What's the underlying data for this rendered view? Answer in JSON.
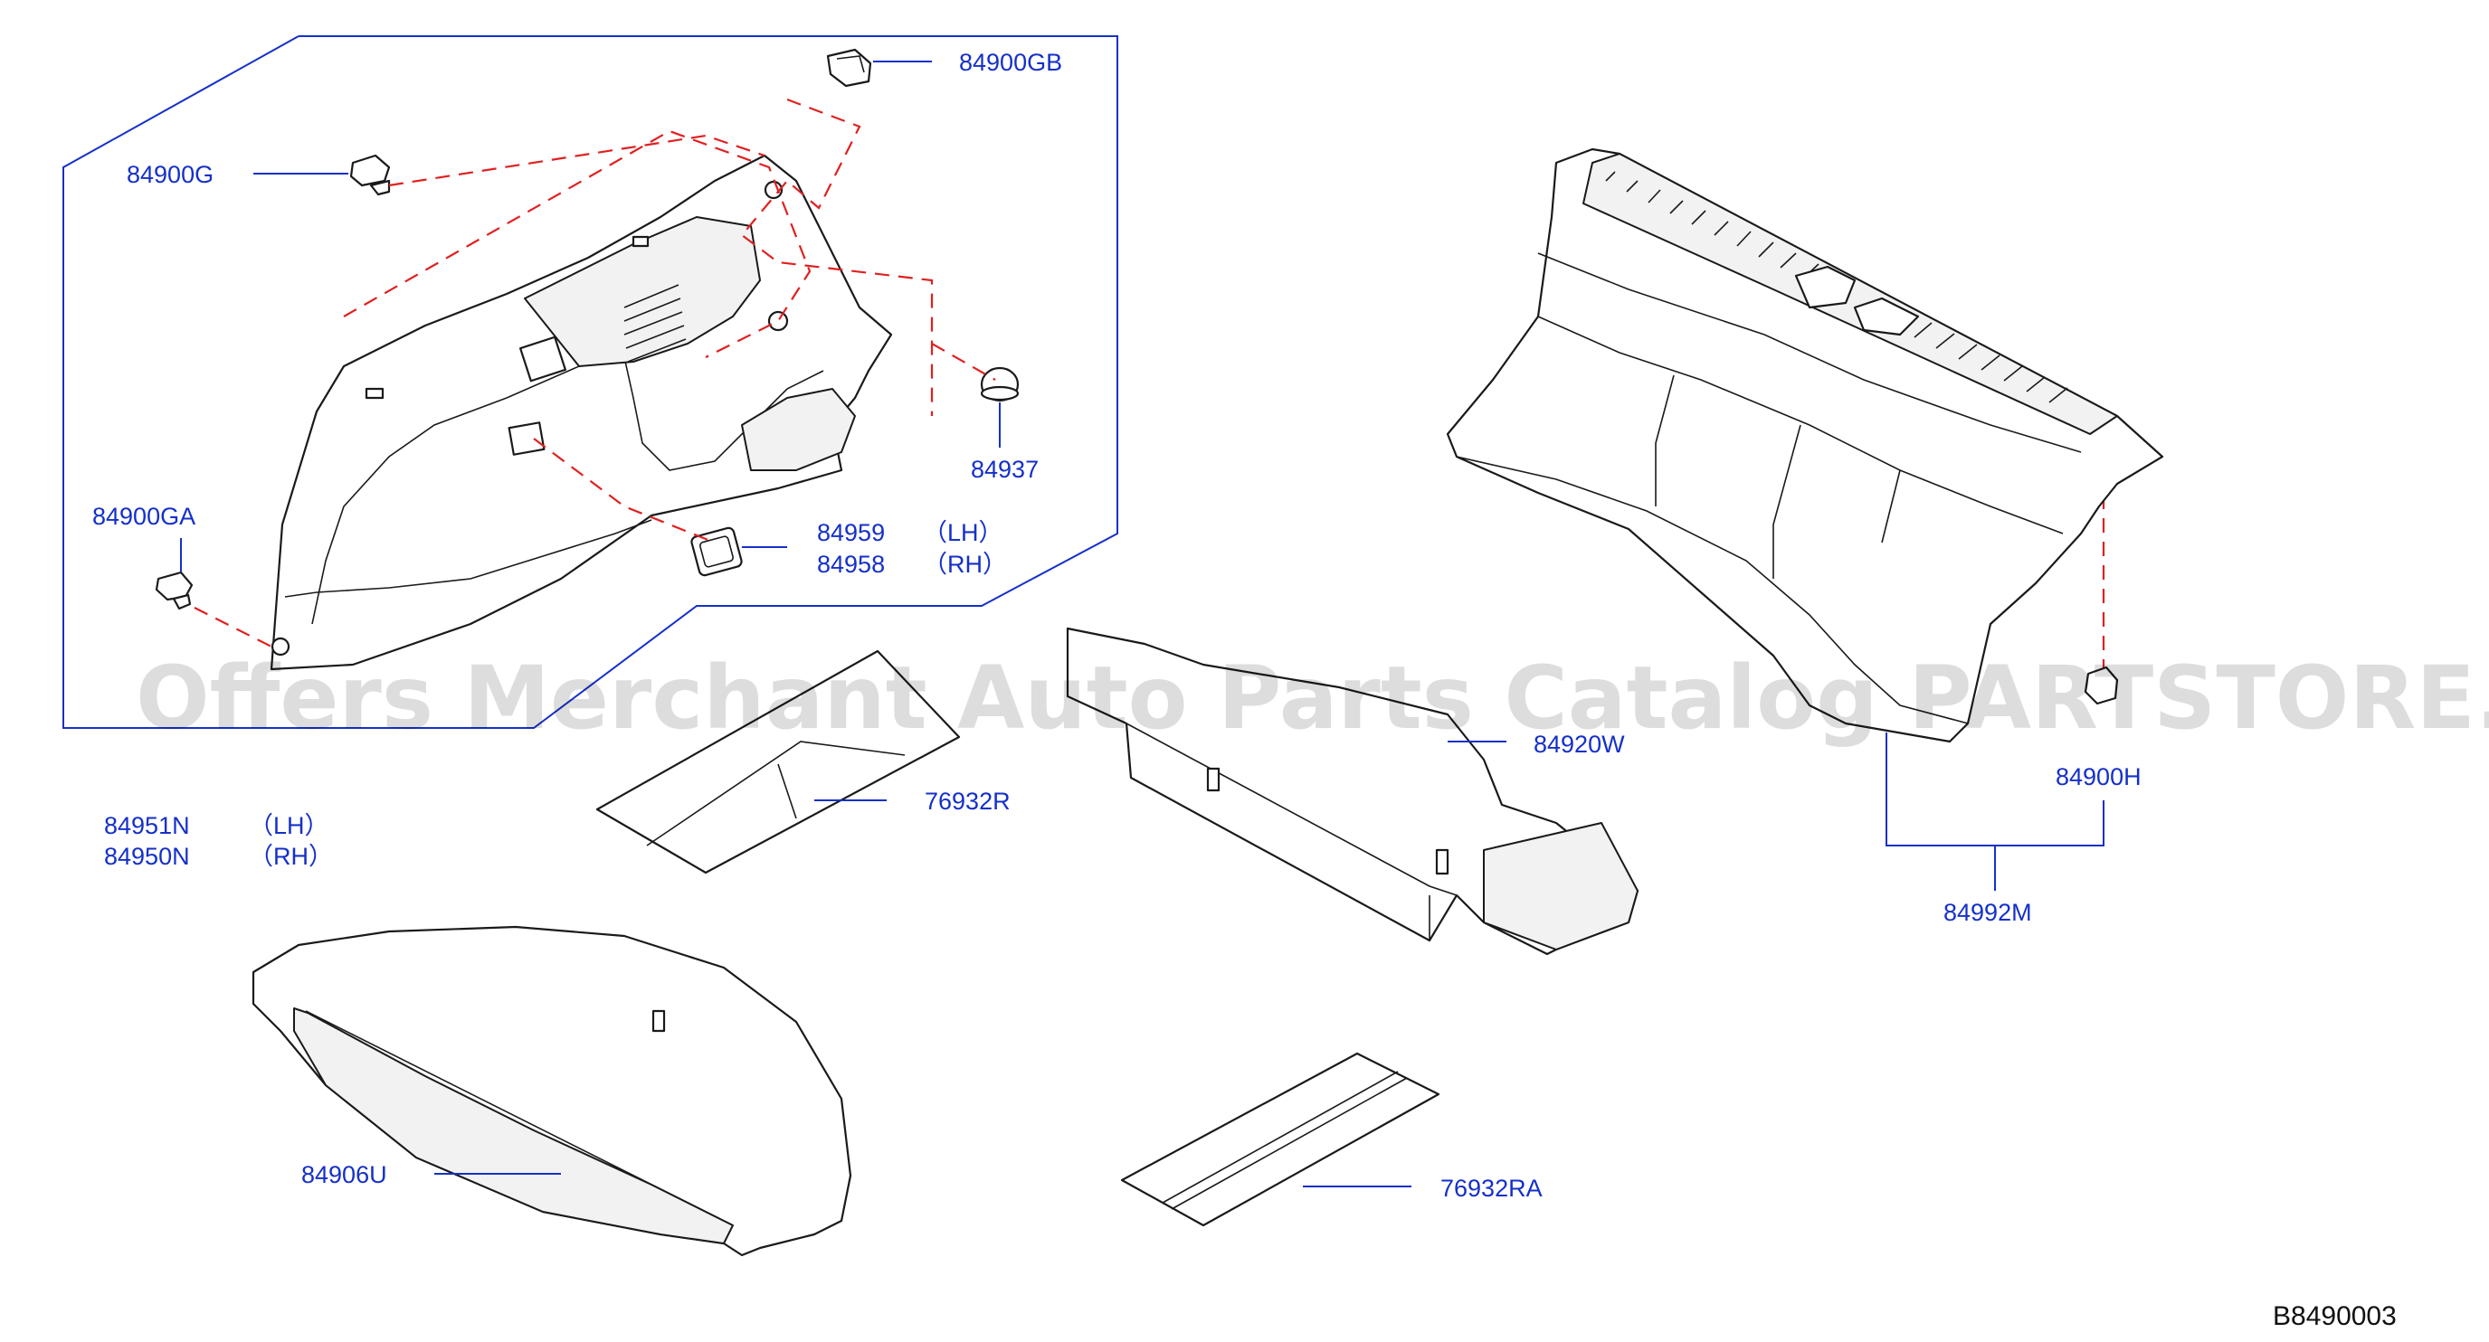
{
  "diagram": {
    "watermark": "Offers Merchant Auto Parts Catalog PARTSTORE.SA",
    "drawing_code": "B8490003",
    "labels": {
      "p84900GB": "84900GB",
      "p84900G": "84900G",
      "p84937": "84937",
      "p84900GA": "84900GA",
      "p84959": "84959",
      "p84959_side": "（LH）",
      "p84958": "84958",
      "p84958_side": "（RH）",
      "p84951N": "84951N",
      "p84951N_side": "（LH）",
      "p84950N": "84950N",
      "p84950N_side": "（RH）",
      "p76932R": "76932R",
      "p84920W": "84920W",
      "p84900H": "84900H",
      "p84992M": "84992M",
      "p84906U": "84906U",
      "p76932RA": "76932RA"
    },
    "colors": {
      "label": "#1530c9",
      "dashed_link": "#e02020",
      "outline": "#1a1a1a"
    }
  }
}
